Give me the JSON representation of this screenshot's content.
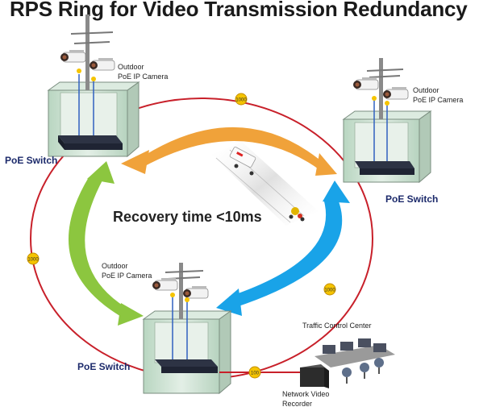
{
  "title": "RPS Ring for Video Transmission Redundancy",
  "recovery_text": "Recovery time <10ms",
  "camera_label_line1": "Outdoor",
  "camera_label_line2": "PoE IP Camera",
  "switch_label": "PoE Switch",
  "link_speed_ring": "1000",
  "link_speed_nvr": "100",
  "traffic_center_label": "Traffic Control Center",
  "nvr_label_line1": "Network Video",
  "nvr_label_line2": "Recorder",
  "colors": {
    "ring": "#c8202a",
    "arrow_orange": "#f0a23a",
    "arrow_blue": "#19a3e8",
    "arrow_green": "#8cc63f",
    "cabinet": "#cfe3d4",
    "switch_text": "#1c2a6b",
    "badge": "#f5c400"
  },
  "icons": [
    "ip-camera-icon",
    "pole-icon",
    "poe-switch-icon",
    "ambulance-icon",
    "motorcycle-icon",
    "workstation-icon",
    "nvr-icon"
  ]
}
